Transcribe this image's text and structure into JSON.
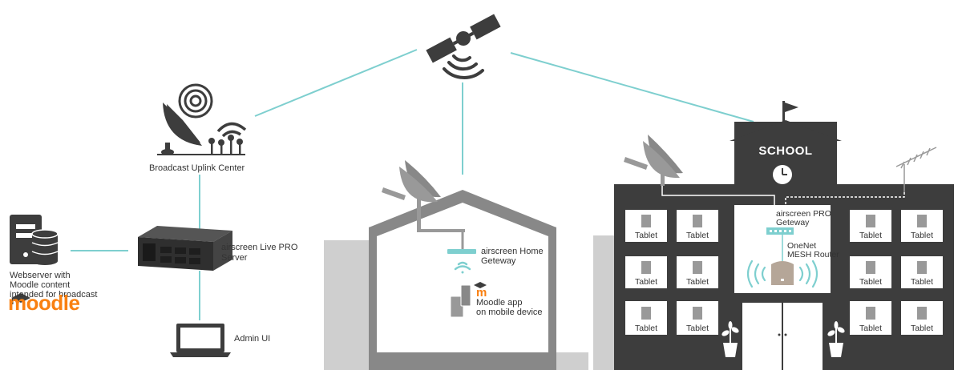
{
  "colors": {
    "connector": "#7ecfcf",
    "dark": "#3d3d3d",
    "light_gray": "#cfcfcf",
    "moodle_orange": "#f98012",
    "accent_teal": "#7ecfcf"
  },
  "labels": {
    "uplink": "Broadcast Uplink Center",
    "server_line1": "airscreen Live PRO",
    "server_line2": "Server",
    "webserver_line1": "Webserver with",
    "webserver_line2": "Moodle content",
    "webserver_line3": "intended for broadcast",
    "moodle_logo": "moodle",
    "admin": "Admin UI",
    "home_gateway_line1": "airscreen Home",
    "home_gateway_line2": "Geteway",
    "moodle_app_line1": "Moodle app",
    "moodle_app_line2": "on mobile device",
    "school": "SCHOOL",
    "pro_gateway_line1": "airscreen PRO",
    "pro_gateway_line2": "Geteway",
    "mesh_line1": "OneNet",
    "mesh_line2": "MESH Router",
    "tablet": "Tablet"
  },
  "icons": [
    "satellite-icon",
    "uplink-dish-icon",
    "server-rack-icon",
    "database-icon",
    "laptop-icon",
    "home-dish-icon",
    "wifi-icon",
    "mobile-device-icon",
    "school-dish-icon",
    "tv-antenna-icon",
    "clock-icon",
    "flag-icon",
    "mesh-router-icon",
    "plant-icon"
  ]
}
